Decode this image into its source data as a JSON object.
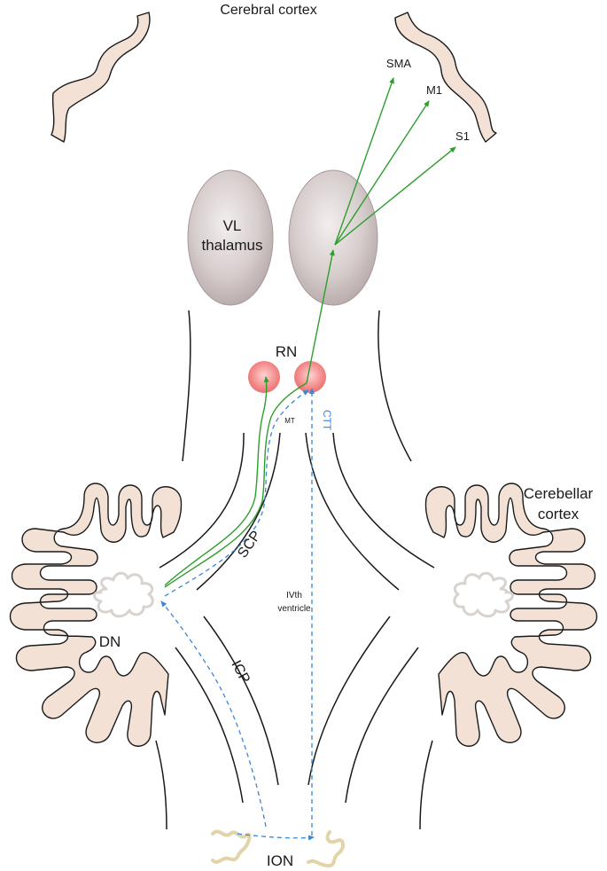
{
  "labels": {
    "cerebral_cortex": "Cerebral cortex",
    "sma": "SMA",
    "m1": "M1",
    "s1": "S1",
    "vl_thalamus_line1": "VL",
    "vl_thalamus_line2": "thalamus",
    "rn": "RN",
    "mt": "MT",
    "ctt": "CTT",
    "cerebellar_cortex_line1": "Cerebellar",
    "cerebellar_cortex_line2": "cortex",
    "scp": "SCP",
    "ivth_ventricle_line1": "IVth",
    "ivth_ventricle_line2": "ventricle",
    "dn": "DN",
    "icp": "ICP",
    "ion": "ION"
  },
  "colors": {
    "cortex_fill": "#f2e1d4",
    "thalamus_fill": "#bfb3b3",
    "red_nucleus": "#f07a7a",
    "projection_green": "#2e9e2e",
    "pathway_blue": "#3a86d8",
    "olive_fill": "#e3d3a8",
    "dentate_outline": "#d8d3cf"
  }
}
